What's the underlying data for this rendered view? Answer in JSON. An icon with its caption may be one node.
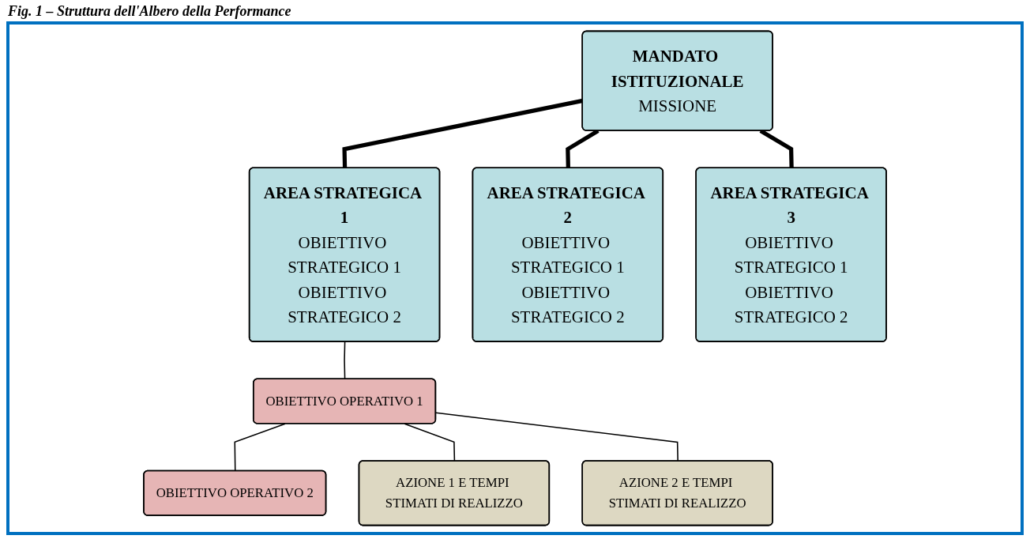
{
  "diagram": {
    "title": "Fig. 1 – Struttura dell'Albero della Performance",
    "nodes": [
      {
        "text": [
          "MANDATO ISTITUZIONALE",
          "MISSIONE"
        ]
      },
      {
        "text": [
          "AREA STRATEGICA 1",
          "OBIETTIVO STRATEGICO 1",
          "OBIETTIVO STRATEGICO 2"
        ]
      },
      {
        "text": [
          "AREA STRATEGICA 2",
          "OBIETTIVO STRATEGICO 1",
          "OBIETTIVO STRATEGICO 2"
        ]
      },
      {
        "text": [
          "AREA STRATEGICA 3",
          "OBIETTIVO STRATEGICO 1",
          "OBIETTIVO STRATEGICO 2"
        ]
      },
      {
        "text": [
          "OBIETTIVO OPERATIVO 1"
        ]
      },
      {
        "text": [
          "OBIETTIVO OPERATIVO 2"
        ]
      },
      {
        "text": [
          "AZIONE 1 E TEMPI STIMATI DI REALIZZO"
        ]
      },
      {
        "text": [
          "AZIONE 2 E TEMPI STIMATI DI REALIZZO"
        ]
      }
    ],
    "edges": [
      {
        "from": 0,
        "to": 1,
        "arrow": "none",
        "style": "thick"
      },
      {
        "from": 0,
        "to": 2,
        "arrow": "none",
        "style": "thick"
      },
      {
        "from": 0,
        "to": 3,
        "arrow": "none",
        "style": "thick"
      },
      {
        "from": 1,
        "to": 4,
        "arrow": "none"
      },
      {
        "from": 4,
        "to": 5,
        "arrow": "none"
      },
      {
        "from": 4,
        "to": 6,
        "arrow": "none"
      },
      {
        "from": 4,
        "to": 7,
        "arrow": "none"
      }
    ]
  }
}
